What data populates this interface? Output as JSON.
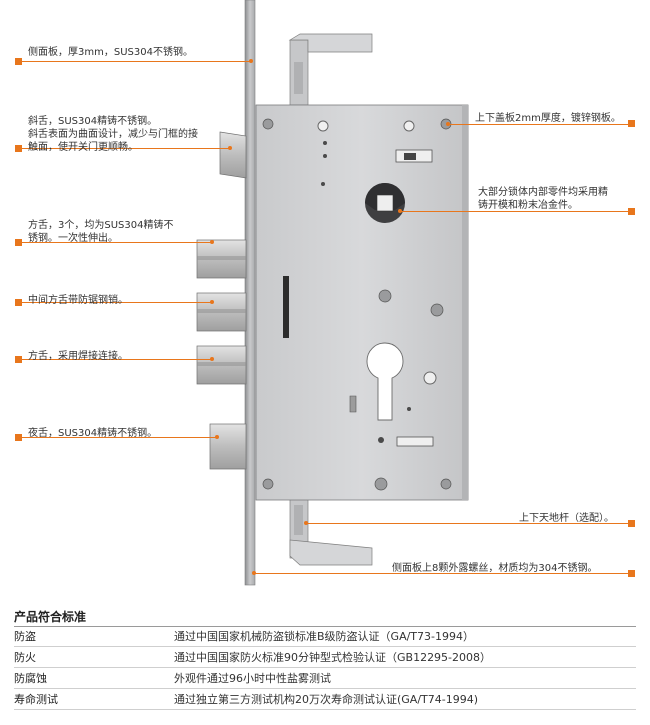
{
  "annotations": {
    "left": [
      "侧面板，厚3mm，SUS304不锈钢。",
      "斜舌，SUS304精铸不锈钢。\n斜舌表面为曲面设计，减少与门框的接\n触面，使开关门更顺畅。",
      "方舌，3个，均为SUS304精铸不\n锈钢。一次性伸出。",
      "中间方舌带防锯钢销。",
      "方舌，采用焊接连接。",
      "夜舌，SUS304精铸不锈钢。"
    ],
    "right": [
      "上下盖板2mm厚度，镀锌钢板。",
      "大部分锁体内部零件均采用精\n铸开模和粉末冶金件。",
      "上下天地杆（选配）。",
      "侧面板上8颗外露螺丝，材质均为304不锈钢。"
    ]
  },
  "standards": {
    "title": "产品符合标准",
    "rows": [
      {
        "name": "防盗",
        "desc": "通过中国国家机械防盗锁标准B级防盗认证（GA/T73-1994）"
      },
      {
        "name": "防火",
        "desc": "通过中国国家防火标准90分钟型式检验认证（GB12295-2008）"
      },
      {
        "name": "防腐蚀",
        "desc": "外观件通过96小时中性盐雾测试"
      },
      {
        "name": "寿命测试",
        "desc": "通过独立第三方测试机构20万次寿命测试认证(GA/T74-1994)"
      }
    ]
  },
  "colors": {
    "accent": "#e8761c",
    "plate": "#cfd0d2",
    "steel": "#b8b9bb",
    "text": "#333333"
  }
}
